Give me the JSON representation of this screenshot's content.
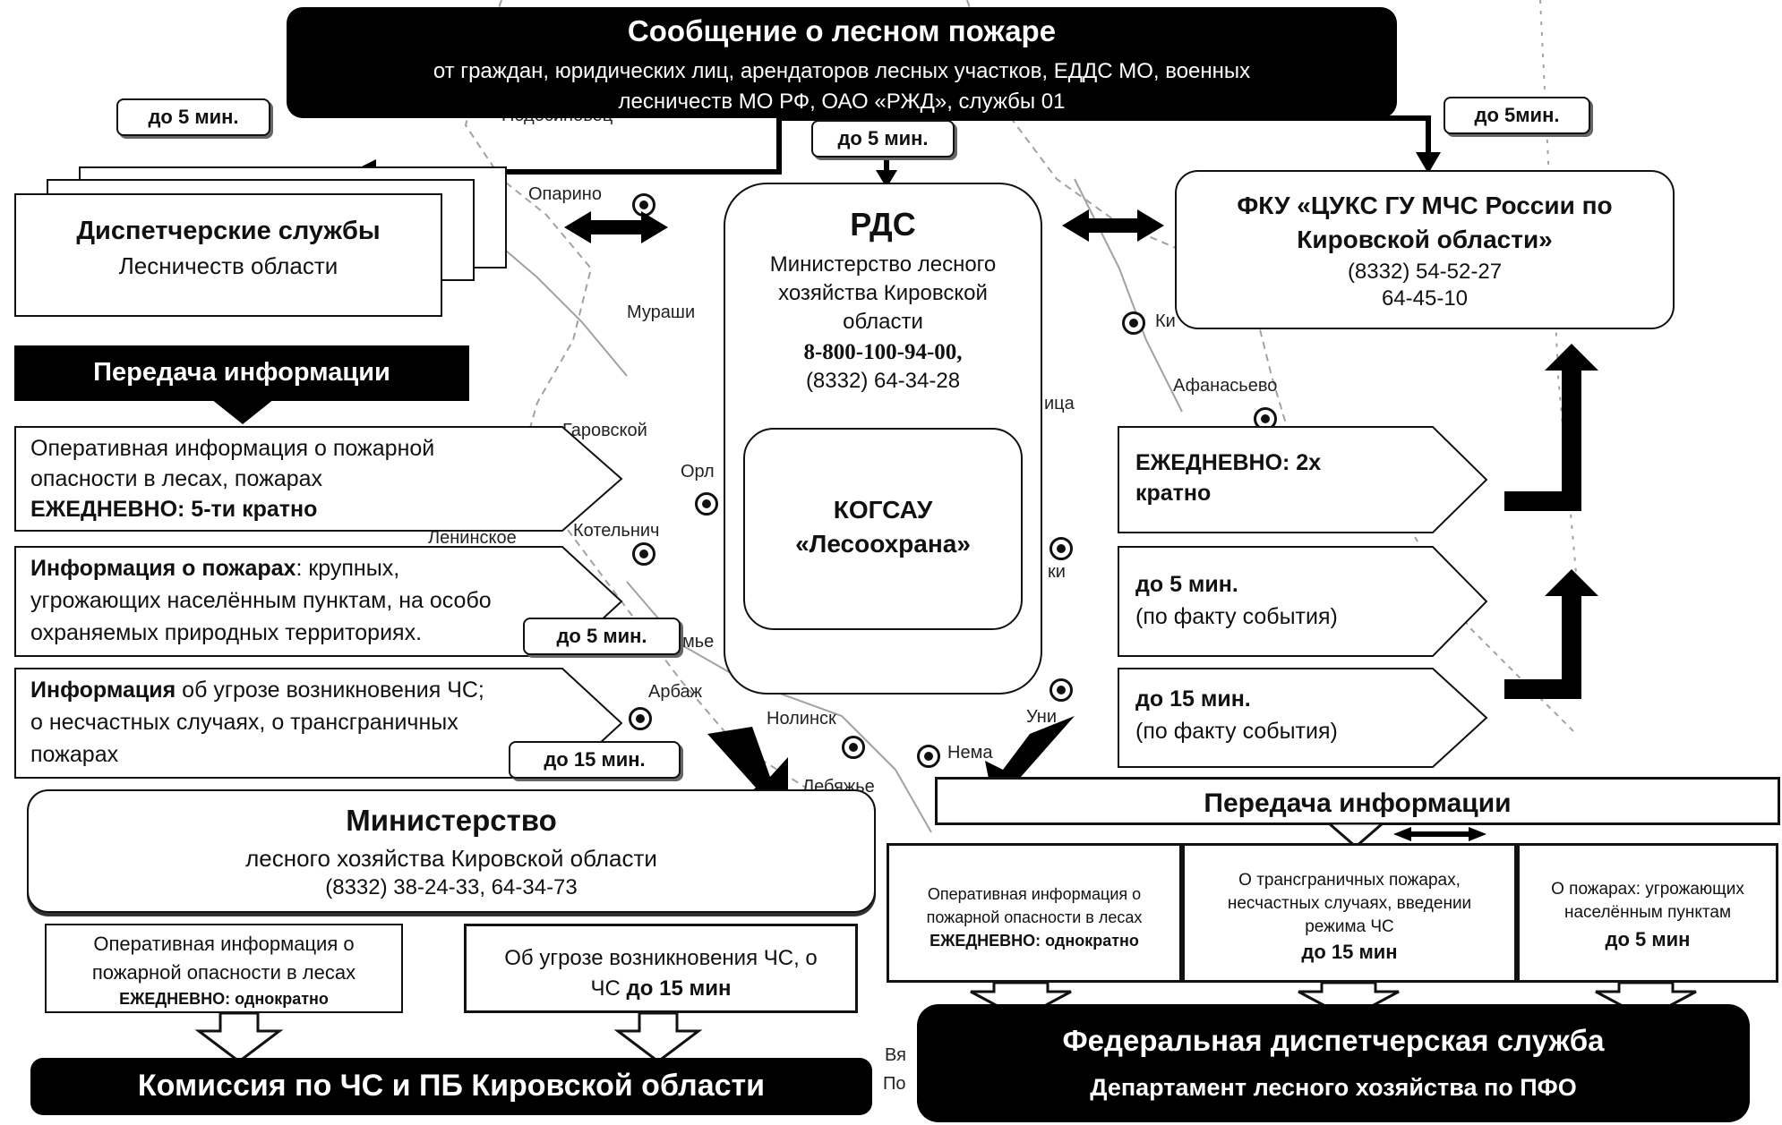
{
  "header": {
    "title": "Сообщение о лесном пожаре",
    "subtitle_line1": "от  граждан, юридических лиц, арендаторов лесных участков, ЕДДС МО, военных",
    "subtitle_line2": "лесничеств МО РФ, ОАО «РЖД», службы 01"
  },
  "time_tags": {
    "left_top": "до 5 мин.",
    "center_top": "до 5 мин.",
    "right_top": "до 5мин.",
    "mid_left_1": "до 5 мин.",
    "mid_left_2": "до 15 мин."
  },
  "dispatch": {
    "title": "Диспетчерские службы",
    "subtitle": "Лесничеств области"
  },
  "rds": {
    "title": "РДС",
    "line1": "Министерство лесного",
    "line2": "хозяйства Кировской",
    "line3": "области",
    "phone1": "8-800-100-94-00,",
    "phone2": "(8332) 64-34-28",
    "inner_line1": "КОГСАУ",
    "inner_line2": "«Лесоохрана»"
  },
  "fku": {
    "line1": "ФКУ «ЦУКС ГУ МЧС России по",
    "line2": "Кировской области»",
    "phone1": "(8332) 54-52-27",
    "phone2": "64-45-10"
  },
  "left_transfer": {
    "label": "Передача информации"
  },
  "left_arrows": [
    {
      "line1": "Оперативная информация о пожарной",
      "line2": "опасности в лесах, пожарах",
      "line3": "ЕЖЕДНЕВНО: 5-ти кратно"
    },
    {
      "line1_bold": "Информация о пожарах",
      "line1_rest": ": крупных,",
      "line2": "угрожающих населённым пунктам, на особо",
      "line3": "охраняемых природных территориях."
    },
    {
      "line1_bold": "Информация",
      "line1_rest": " об угрозе возникновения  ЧС;",
      "line2": "о несчастных случаях, о трансграничных",
      "line3": "пожарах"
    }
  ],
  "right_arrows": [
    {
      "line1": "ЕЖЕДНЕВНО: 2х",
      "line2": "кратно"
    },
    {
      "line1": "до 5 мин.",
      "line2": "(по факту события)"
    },
    {
      "line1": "до 15 мин.",
      "line2": "(по факту события)"
    }
  ],
  "ministry": {
    "title": "Министерство",
    "line1": "лесного хозяйства Кировской области",
    "phone": "(8332) 38-24-33, 64-34-73"
  },
  "bottom_left_boxes": [
    {
      "line1": "Оперативная информация о",
      "line2": "пожарной опасности в лесах",
      "line3": "ЕЖЕДНЕВНО: однократно"
    },
    {
      "line1": "Об угрозе возникновения ЧС, о",
      "line2_pre": "ЧС ",
      "line2_bold": "до 15 мин"
    }
  ],
  "commission": {
    "label": "Комиссия по ЧС и ПБ Кировской области"
  },
  "right_transfer": {
    "label": "Передача информации"
  },
  "right_boxes": [
    {
      "line1": "Оперативная информация о",
      "line2": "пожарной опасности в лесах",
      "line3": "ЕЖЕДНЕВНО: однократно"
    },
    {
      "line1": "О трансграничных пожарах,",
      "line2": "несчастных случаях, введении",
      "line3": "режима ЧС",
      "line4": "до 15 мин"
    },
    {
      "line1": "О пожарах: угрожающих",
      "line2": "населённым пунктам",
      "line3": "до 5 мин"
    }
  ],
  "federal": {
    "title": "Федеральная диспетчерская служба",
    "subtitle": "Департамент лесного хозяйства по ПФО"
  },
  "map_labels": {
    "oparino": "Опарино",
    "murashi": "Мураши",
    "afanasyevo": "Афанасьево",
    "orlov": "Орл",
    "kotelnich": "Котельнич",
    "arbazh": "Арбаж",
    "nolinsk": "Нолинск",
    "nema": "Нема",
    "lebyazhye": "Лебяжье",
    "podosinovets": "Подосиновец",
    "lenin": "Ленинское",
    "parovskoy": "Гаровской",
    "kir": "Ки",
    "itsa": "ица",
    "uni": "Уни",
    "ki2": "ки",
    "mye": "мье",
    "vya": "Вя",
    "pol": "По"
  }
}
